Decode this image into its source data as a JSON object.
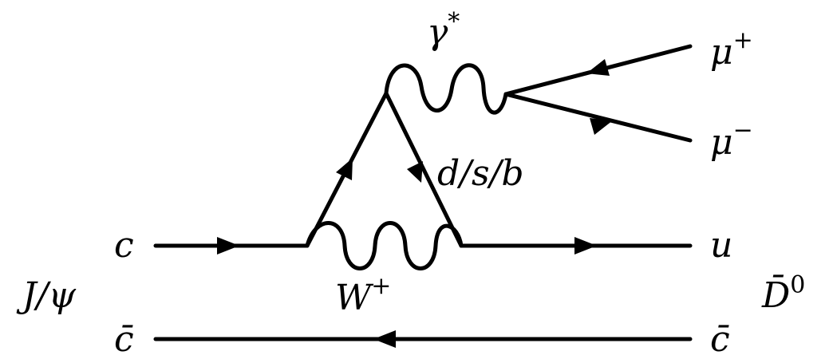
{
  "diagram": {
    "labels": {
      "c_in": "c",
      "c_out": "u",
      "cbar_in": "c̄",
      "cbar_out": "c̄",
      "jpsi": "J/ψ",
      "dbar0_base": "D̄",
      "dbar0_sup": "0",
      "w_base": "W",
      "w_sup": "+",
      "gamma_base": "γ",
      "gamma_sup": "*",
      "loop_quark": "d/s/b",
      "mu_plus_base": "μ",
      "mu_plus_sup": "+",
      "mu_minus_base": "μ",
      "mu_minus_sup": "−"
    }
  }
}
